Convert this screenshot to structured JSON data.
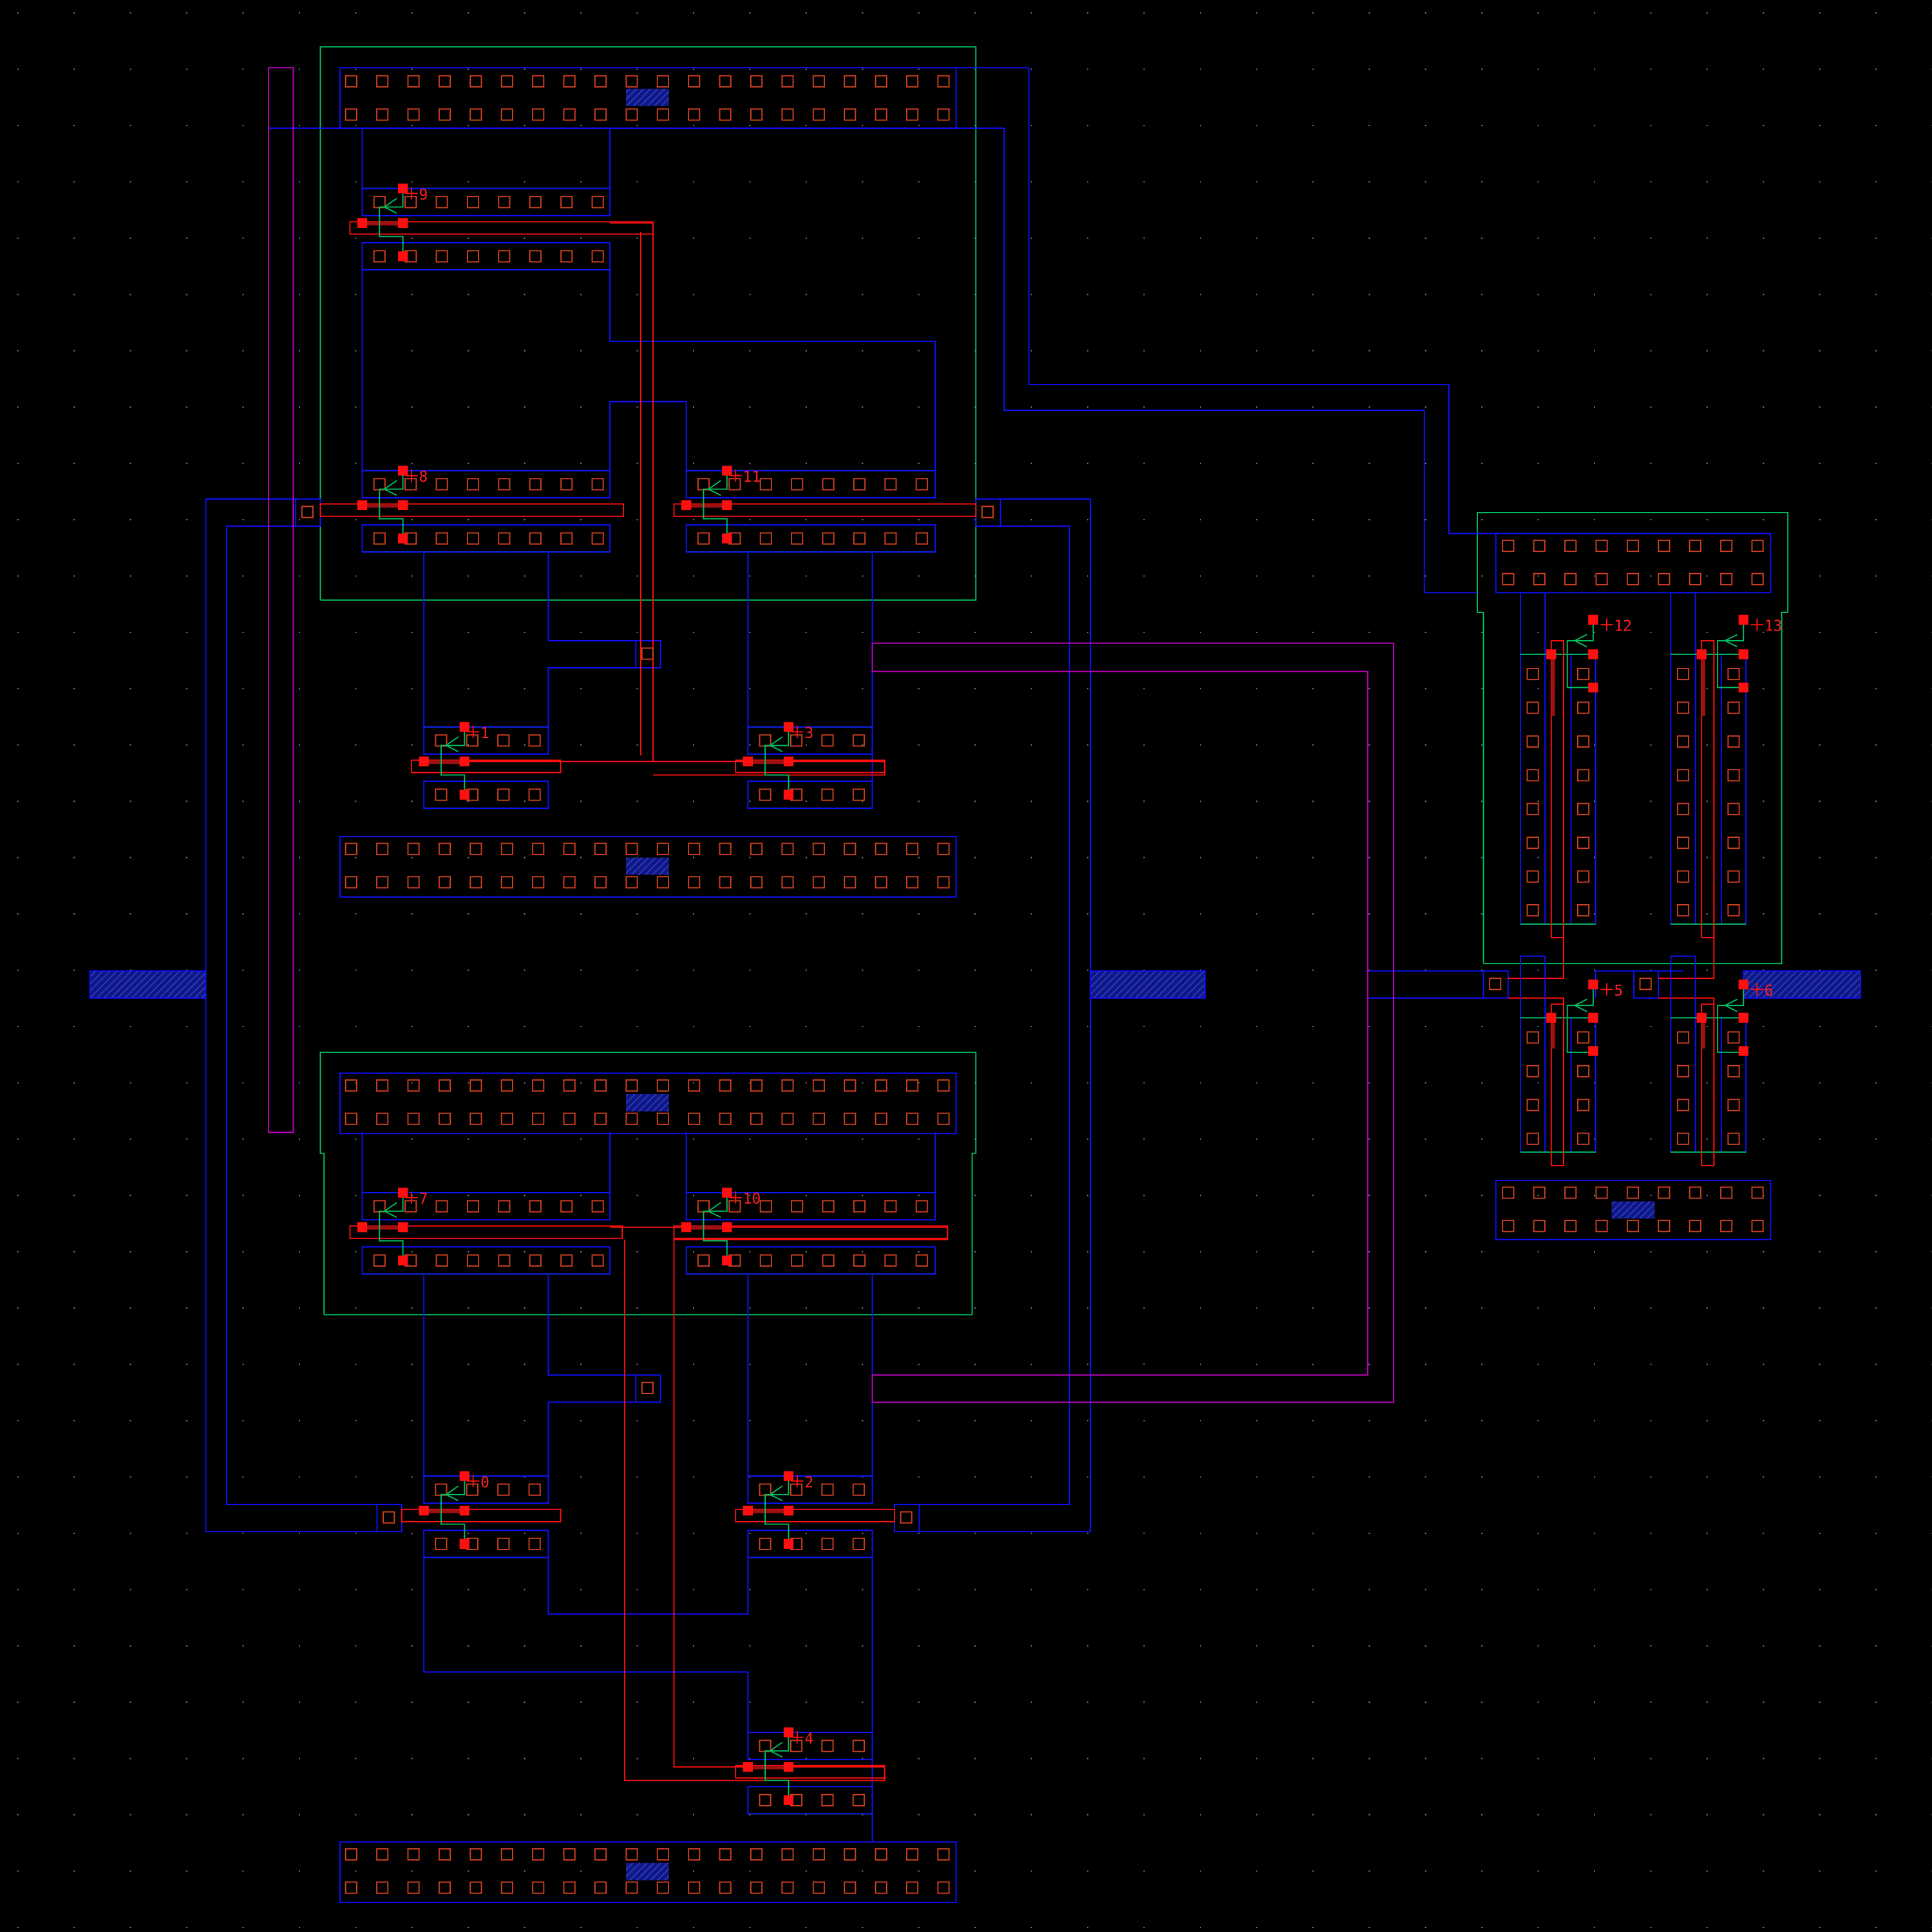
{
  "view": "layout-editor-canvas",
  "colors": {
    "background": "#000000",
    "grid": "#8a8aa0",
    "metal1": "#1010ff",
    "poly": "#ff1010",
    "contact": "#d04020",
    "well": "#00c060",
    "metal2": "#c000c0",
    "pin": "#2030c0"
  },
  "transistors": [
    {
      "label": "9"
    },
    {
      "label": "8"
    },
    {
      "label": "11"
    },
    {
      "label": "1"
    },
    {
      "label": "3"
    },
    {
      "label": "7"
    },
    {
      "label": "10"
    },
    {
      "label": "0"
    },
    {
      "label": "2"
    },
    {
      "label": "4"
    },
    {
      "label": "12"
    },
    {
      "label": "13"
    },
    {
      "label": "5"
    },
    {
      "label": "6"
    }
  ]
}
